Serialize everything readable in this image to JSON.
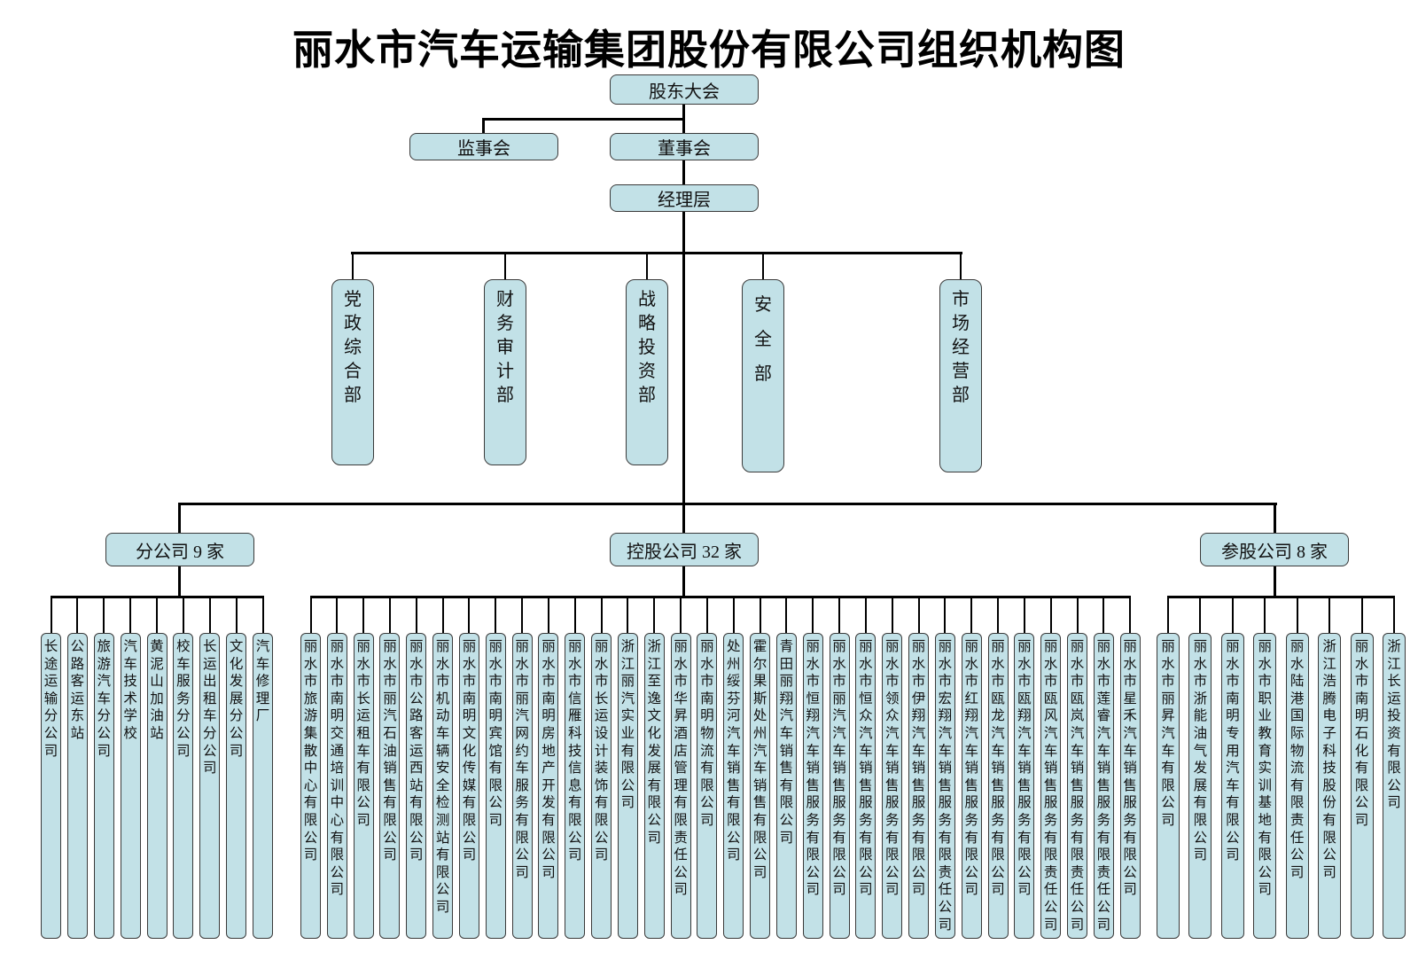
{
  "title": "丽水市汽车运输集团股份有限公司组织机构图",
  "hierarchy": {
    "shareholders_meeting": "股东大会",
    "supervisory_board": "监事会",
    "board_of_directors": "董事会",
    "management_layer": "经理层"
  },
  "departments": [
    "党政综合部",
    "财务审计部",
    "战略投资部",
    "安全部",
    "市场经营部"
  ],
  "groups": [
    {
      "label": "分公司 9 家",
      "companies": [
        "长途运输分公司",
        "公路客运东站",
        "旅游汽车分公司",
        "汽车技术学校",
        "黄泥山加油站",
        "校车服务分公司",
        "长运出租车分公司",
        "文化发展分公司",
        "汽车修理厂"
      ]
    },
    {
      "label": "控股公司 32 家",
      "companies": [
        "丽水市旅游集散中心有限公司",
        "丽水市南明交通培训中心有限公司",
        "丽水市长运租车有限公司",
        "丽水市丽汽石油销售有限公司",
        "丽水市公路客运西站有限公司",
        "丽水市机动车辆安全检测站有限公司",
        "丽水市南明文化传媒有限公司",
        "丽水市南明宾馆有限公司",
        "丽水市丽汽网约车服务有限公司",
        "丽水市南明房地产开发有限公司",
        "丽水市信雁科技信息有限公司",
        "丽水市长运设计装饰有限公司",
        "浙江丽汽实业有限公司",
        "浙江至逸文化发展有限公司",
        "丽水市华昇酒店管理有限责任公司",
        "丽水市南明物流有限公司",
        "处州绥芬河汽车销售有限公司",
        "霍尔果斯处州汽车销售有限公司",
        "青田丽翔汽车销售有限公司",
        "丽水市恒翔汽车销售服务有限公司",
        "丽水市丽汽汽车销售服务有限公司",
        "丽水市恒众汽车销售服务有限公司",
        "丽水市领众汽车销售服务有限公司",
        "丽水市伊翔汽车销售服务有限公司",
        "丽水市宏翔汽车销售服务有限责任公司",
        "丽水市红翔汽车销售服务有限公司",
        "丽水市瓯龙汽车销售服务有限公司",
        "丽水市瓯翔汽车销售服务有限公司",
        "丽水市瓯风汽车销售服务有限责任公司",
        "丽水市瓯岚汽车销售服务有限责任公司",
        "丽水市莲睿汽车销售服务有限责任公司",
        "丽水市星禾汽车销售服务有限公司"
      ]
    },
    {
      "label": "参股公司 8 家",
      "companies": [
        "丽水市丽昇汽车有限公司",
        "丽水市浙能油气发展有限公司",
        "丽水市南明专用汽车有限公司",
        "丽水市职业教育实训基地有限公司",
        "丽水陆港国际物流有限责任公司",
        "浙江浩腾电子科技股份有限公司",
        "丽水市南明石化有限公司",
        "浙江长运投资有限公司"
      ]
    }
  ],
  "colors": {
    "box_fill": "#c2e1e7",
    "box_border": "#3a3a3a",
    "line_color": "#000000",
    "background": "#ffffff",
    "text_color": "#111111"
  }
}
